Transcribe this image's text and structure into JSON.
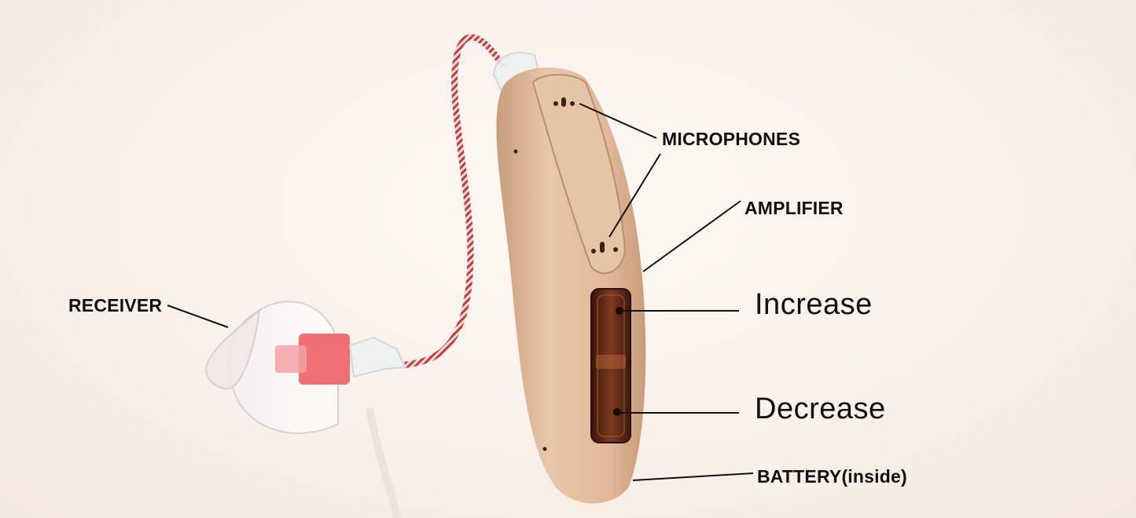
{
  "labels": {
    "microphones": "MICROPHONES",
    "amplifier": "AMPLIFIER",
    "receiver": "RECEIVER",
    "increase": "Increase",
    "decrease": "Decrease",
    "battery": "BATTERY(inside)"
  },
  "colors": {
    "background": "#faf3ec",
    "device_body": "#e2bc9b",
    "button": "#5a2a18",
    "wire_red": "#c8383c",
    "label_text": "#111111"
  }
}
